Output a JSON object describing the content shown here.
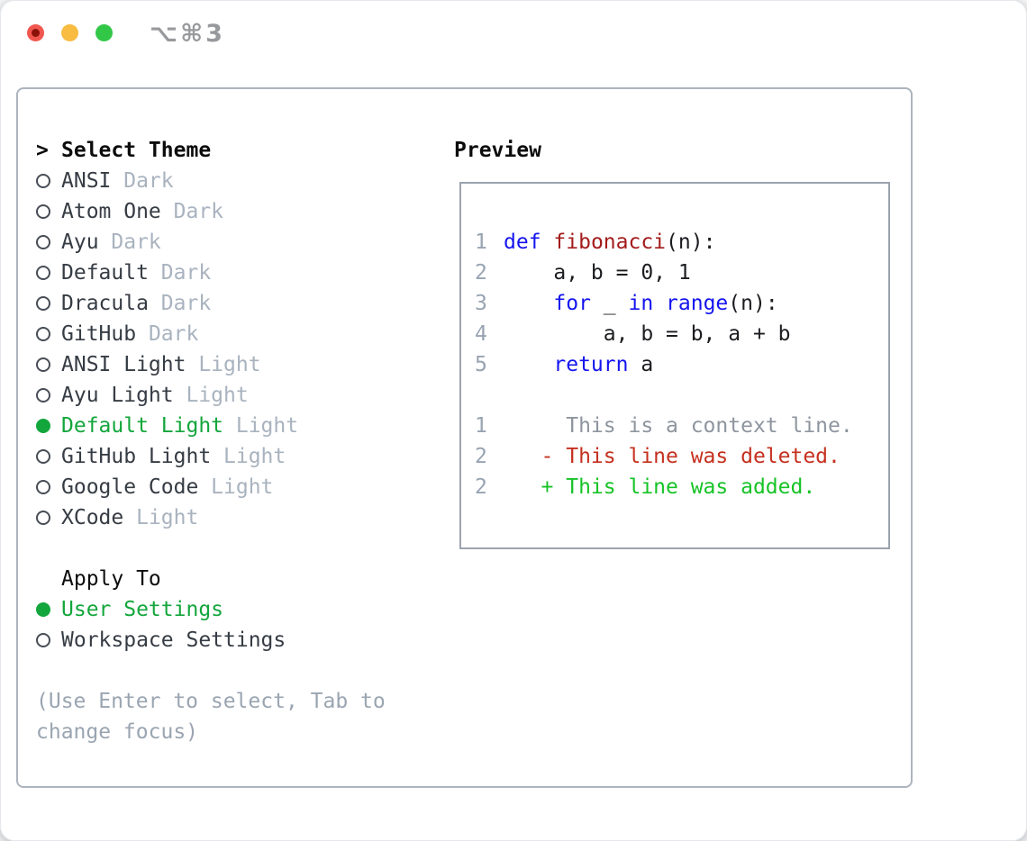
{
  "titlebar": {
    "shortcut": "⌥⌘3",
    "traffic_lights": [
      "close",
      "minimize",
      "zoom"
    ]
  },
  "theme_section": {
    "focus_marker": ">",
    "heading": "Select Theme",
    "items": [
      {
        "name": "ANSI",
        "variant": "Dark",
        "selected": false
      },
      {
        "name": "Atom One",
        "variant": "Dark",
        "selected": false
      },
      {
        "name": "Ayu",
        "variant": "Dark",
        "selected": false
      },
      {
        "name": "Default",
        "variant": "Dark",
        "selected": false
      },
      {
        "name": "Dracula",
        "variant": "Dark",
        "selected": false
      },
      {
        "name": "GitHub",
        "variant": "Dark",
        "selected": false
      },
      {
        "name": "ANSI Light",
        "variant": "Light",
        "selected": false
      },
      {
        "name": "Ayu Light",
        "variant": "Light",
        "selected": false
      },
      {
        "name": "Default Light",
        "variant": "Light",
        "selected": true
      },
      {
        "name": "GitHub Light",
        "variant": "Light",
        "selected": false
      },
      {
        "name": "Google Code",
        "variant": "Light",
        "selected": false
      },
      {
        "name": "XCode",
        "variant": "Light",
        "selected": false
      }
    ]
  },
  "apply_section": {
    "heading": "Apply To",
    "options": [
      {
        "label": "User Settings",
        "selected": true
      },
      {
        "label": "Workspace Settings",
        "selected": false
      }
    ]
  },
  "hint_lines": [
    "(Use Enter to select, Tab to",
    "change focus)"
  ],
  "preview": {
    "heading": "Preview",
    "code_lines": [
      {
        "num": "1",
        "tokens": [
          {
            "text": "def",
            "type": "keyword"
          },
          {
            "text": " ",
            "type": "plain"
          },
          {
            "text": "fibonacci",
            "type": "function"
          },
          {
            "text": "(n):",
            "type": "plain"
          }
        ]
      },
      {
        "num": "2",
        "tokens": [
          {
            "text": "    a, b = 0, 1",
            "type": "plain"
          }
        ]
      },
      {
        "num": "3",
        "tokens": [
          {
            "text": "    ",
            "type": "plain"
          },
          {
            "text": "for",
            "type": "keyword"
          },
          {
            "text": " _ ",
            "type": "plain"
          },
          {
            "text": "in",
            "type": "keyword"
          },
          {
            "text": " ",
            "type": "plain"
          },
          {
            "text": "range",
            "type": "keyword"
          },
          {
            "text": "(n):",
            "type": "plain"
          }
        ]
      },
      {
        "num": "4",
        "tokens": [
          {
            "text": "        a, b = b, a + b",
            "type": "plain"
          }
        ]
      },
      {
        "num": "5",
        "tokens": [
          {
            "text": "    ",
            "type": "plain"
          },
          {
            "text": "return",
            "type": "keyword"
          },
          {
            "text": " a",
            "type": "plain"
          }
        ]
      }
    ],
    "diff_lines": [
      {
        "num": "1",
        "kind": "context",
        "text": "     This is a context line."
      },
      {
        "num": "2",
        "kind": "deleted",
        "text": "   - This line was deleted."
      },
      {
        "num": "2",
        "kind": "added",
        "text": "   + This line was added."
      }
    ]
  },
  "colors": {
    "keyword_blue": "#1414ee",
    "function_red": "#a31c1c",
    "selected_green": "#13a63c",
    "added_green": "#17c327",
    "deleted_red": "#c5301f",
    "context_gray": "#8e959e",
    "muted_gray": "#a9b3bf",
    "hint_gray": "#9aa5b1",
    "line_number_gray": "#98a3b2",
    "traffic_red": "#f0574f",
    "traffic_red_dot": "#8c1209",
    "traffic_yellow": "#f7bc40",
    "traffic_green": "#33c748"
  }
}
